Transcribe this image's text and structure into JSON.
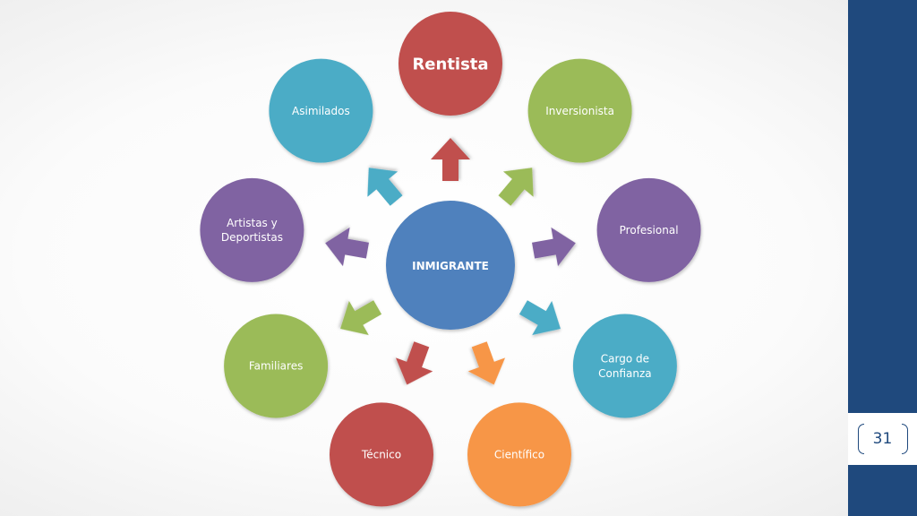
{
  "diagram": {
    "center": {
      "label": "INMIGRANTE",
      "color": "#4f81bd"
    },
    "nodes": [
      {
        "label": "Rentista",
        "color": "#c0504d"
      },
      {
        "label": "Inversionista",
        "color": "#9bbb59"
      },
      {
        "label": "Profesional",
        "color": "#8064a2"
      },
      {
        "label": "Cargo de\nConfianza",
        "color": "#4bacc6"
      },
      {
        "label": "Científico",
        "color": "#f79646"
      },
      {
        "label": "Técnico",
        "color": "#c0504d"
      },
      {
        "label": "Familiares",
        "color": "#9bbb59"
      },
      {
        "label": "Artistas y\nDeportistas",
        "color": "#8064a2"
      },
      {
        "label": "Asimilados",
        "color": "#4bacc6"
      }
    ]
  },
  "footer": {
    "page_number": "31",
    "sidebar_color": "#1f497d"
  }
}
